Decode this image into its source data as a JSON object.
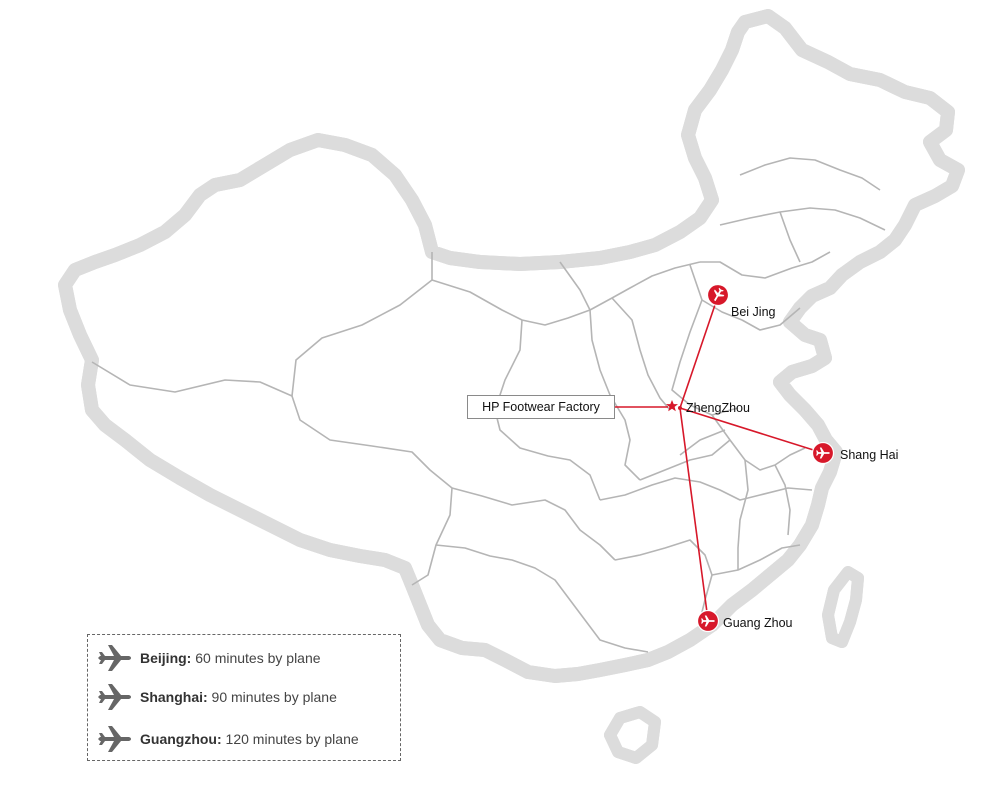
{
  "factory": {
    "label": "HP Footwear Factory",
    "city": "ZhengZhou"
  },
  "airports": [
    {
      "name": "Bei Jing"
    },
    {
      "name": "Shang Hai"
    },
    {
      "name": "Guang Zhou"
    }
  ],
  "legend": [
    {
      "city": "Beijing:",
      "detail": " 60 minutes by plane"
    },
    {
      "city": "Shanghai:",
      "detail": " 90 minutes by plane"
    },
    {
      "city": "Guangzhou:",
      "detail": " 120 minutes by plane"
    }
  ],
  "colors": {
    "route": "#d7182a",
    "outline": "#cfcfcf",
    "border": "#9a9a9a",
    "plane_icon": "#666666"
  },
  "icons": {
    "airport": "airport-plane-icon",
    "factory": "star-icon",
    "legend": "plane-icon"
  }
}
